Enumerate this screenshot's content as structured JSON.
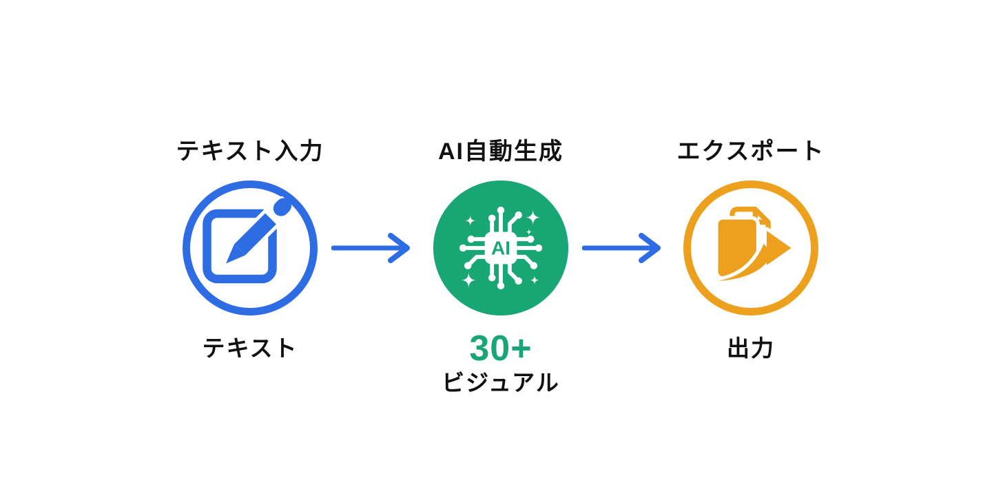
{
  "colors": {
    "blue": "#2D6CE3",
    "green": "#18A674",
    "orange": "#ECA01E",
    "text": "#111111",
    "background": "#FFFFFF"
  },
  "steps": [
    {
      "id": "text-input",
      "title": "テキスト入力",
      "caption": "テキスト",
      "icon": "edit-pencil-icon",
      "accent": "#2D6CE3",
      "circle_style": "outline"
    },
    {
      "id": "ai-generate",
      "title": "AI自動生成",
      "stat": "30+",
      "caption": "ビジュアル",
      "icon": "ai-chip-icon",
      "chip_label": "AI",
      "accent": "#18A674",
      "circle_style": "filled"
    },
    {
      "id": "export",
      "title": "エクスポート",
      "caption": "出力",
      "icon": "export-document-icon",
      "accent": "#ECA01E",
      "circle_style": "outline"
    }
  ],
  "arrows": {
    "color": "#2D6CE3",
    "direction": "right"
  }
}
